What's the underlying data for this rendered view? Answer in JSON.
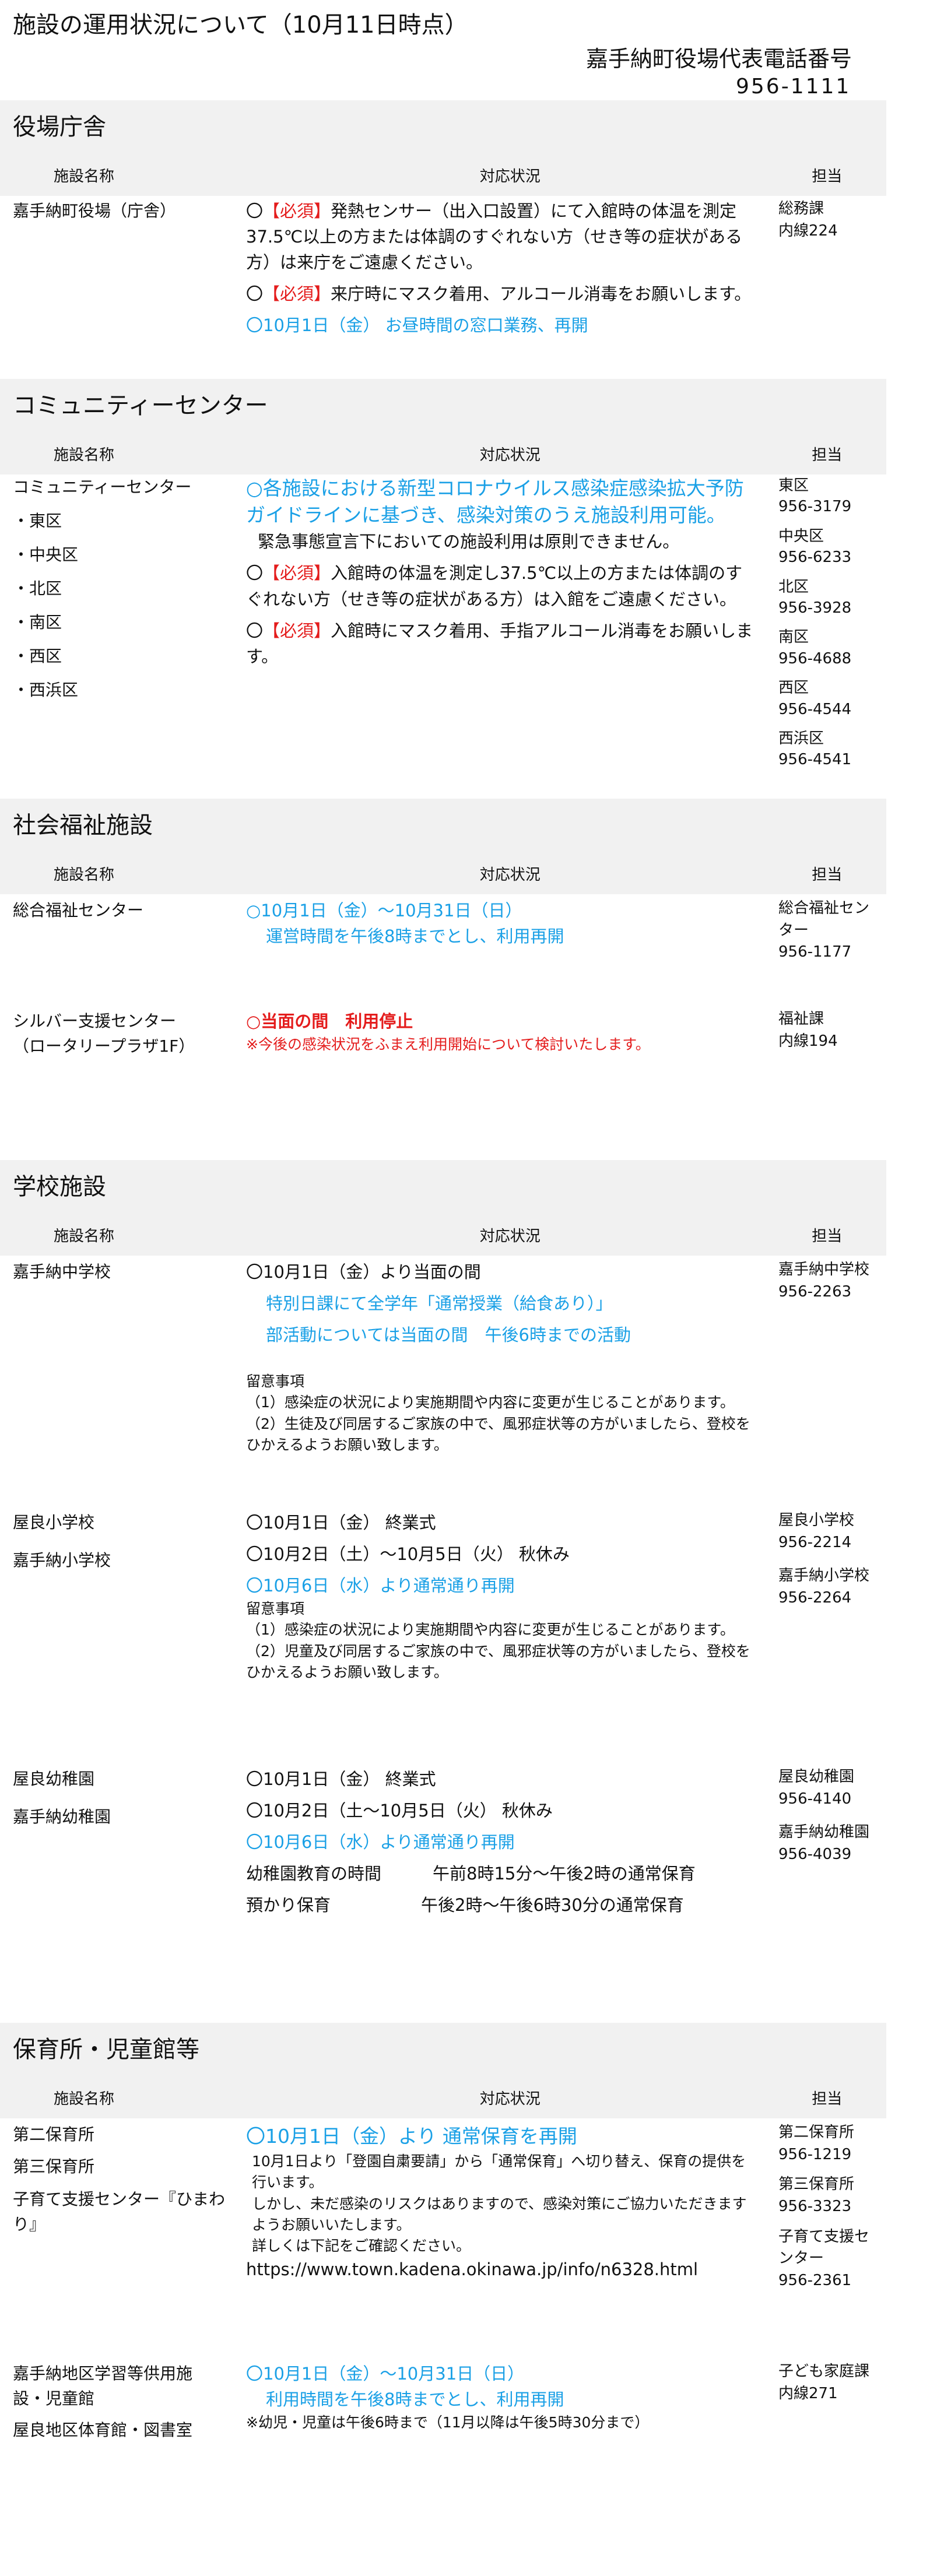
{
  "header": {
    "title": "施設の運用状況について（10月11日時点）",
    "phone_label": "嘉手納町役場代表電話番号",
    "phone_number": "956-1111"
  },
  "columns": {
    "facility": "施設名称",
    "status": "対応状況",
    "contact": "担当"
  },
  "s1": {
    "title": "役場庁舎",
    "facility": "嘉手納町役場（庁舎）",
    "line1_mark": "〇",
    "line1_tag": "【必須】",
    "line1_text": "発熱センサー（出入口設置）にて入館時の体温を測定37.5℃以上の方または体調のすぐれない方（せき等の症状がある方）は来庁をご遠慮ください。",
    "line2_mark": "〇",
    "line2_tag": "【必須】",
    "line2_text": "来庁時にマスク着用、アルコール消毒をお願いします。",
    "line3": "〇10月1日（金） お昼時間の窓口業務、再開",
    "contact_1": "総務課",
    "contact_2": "内線224"
  },
  "s2": {
    "title": "コミュニティーセンター",
    "facilities": [
      "コミュニティーセンター",
      "・東区",
      "・中央区",
      "・北区",
      "・南区",
      "・西区",
      "・西浜区"
    ],
    "line1": "○各施設における新型コロナウイルス感染症感染拡大予防ガイドラインに基づき、感染対策のうえ施設利用可能。",
    "line2": "緊急事態宣言下においての施設利用は原則できません。",
    "line3_mark": "〇",
    "line3_tag": "【必須】",
    "line3_text": "入館時の体温を測定し37.5℃以上の方または体調のすぐれない方（せき等の症状がある方）は入館をご遠慮ください。",
    "line4_mark": "〇",
    "line4_tag": "【必須】",
    "line4_text": "入館時にマスク着用、手指アルコール消毒をお願いします。",
    "contacts": [
      {
        "name": "東区",
        "tel": "956-3179"
      },
      {
        "name": "中央区",
        "tel": "956-6233"
      },
      {
        "name": "北区",
        "tel": "956-3928"
      },
      {
        "name": "南区",
        "tel": "956-4688"
      },
      {
        "name": "西区",
        "tel": "956-4544"
      },
      {
        "name": "西浜区",
        "tel": "956-4541"
      }
    ]
  },
  "s3": {
    "title": "社会福祉施設",
    "row1_facility": "総合福祉センター",
    "row1_line1": "○10月1日（金）～10月31日（日）",
    "row1_line2": "運営時間を午後8時までとし、利用再開",
    "row1_contact_1": "総合福祉センター",
    "row1_contact_2": "956-1177",
    "row2_facility_1": "シルバー支援センター",
    "row2_facility_2": "（ロータリープラザ1F）",
    "row2_line1": "○当面の間　利用停止",
    "row2_line2": "※今後の感染状況をふまえ利用開始について検討いたします。",
    "row2_contact_1": "福祉課",
    "row2_contact_2": "内線194"
  },
  "s4": {
    "title": "学校施設",
    "r1_facility": "嘉手納中学校",
    "r1_line1": "〇10月1日（金）より当面の間",
    "r1_line2": "特別日課にて全学年「通常授業（給食あり）」",
    "r1_line3": "部活動については当面の間　午後6時までの活動",
    "r1_note_head": "留意事項",
    "r1_note_1": "（1）感染症の状況により実施期間や内容に変更が生じることがあります。",
    "r1_note_2": "（2）生徒及び同居するご家族の中で、風邪症状等の方がいましたら、登校をひかえるようお願い致します。",
    "r1_contact_1": "嘉手納中学校",
    "r1_contact_2": "956-2263",
    "r2_facility_1": "屋良小学校",
    "r2_facility_2": "嘉手納小学校",
    "r2_line1": "〇10月1日（金） 終業式",
    "r2_line2": "〇10月2日（土）～10月5日（火） 秋休み",
    "r2_line3": "〇10月6日（水）より通常通り再開",
    "r2_note_head": "留意事項",
    "r2_note_1": "（1）感染症の状況により実施期間や内容に変更が生じることがあります。",
    "r2_note_2": "（2）児童及び同居するご家族の中で、風邪症状等の方がいましたら、登校をひかえるようお願い致します。",
    "r2_contact_1": "屋良小学校",
    "r2_contact_2": "956-2214",
    "r2_contact_3": "嘉手納小学校",
    "r2_contact_4": "956-2264",
    "r3_facility_1": "屋良幼稚園",
    "r3_facility_2": "嘉手納幼稚園",
    "r3_line1": "〇10月1日（金） 終業式",
    "r3_line2": "〇10月2日（土～10月5日（火） 秋休み",
    "r3_line3": "〇10月6日（水）より通常通り再開",
    "r3_line4_label": "幼稚園教育の時間",
    "r3_line4_value": "午前8時15分～午後2時の通常保育",
    "r3_line5_label": "預かり保育",
    "r3_line5_value": "午後2時～午後6時30分の通常保育",
    "r3_contact_1": "屋良幼稚園",
    "r3_contact_2": "956-4140",
    "r3_contact_3": "嘉手納幼稚園",
    "r3_contact_4": "956-4039"
  },
  "s5": {
    "title": "保育所・児童館等",
    "r1_facility_1": "第二保育所",
    "r1_facility_2": "第三保育所",
    "r1_facility_3": "子育て支援センター『ひまわり』",
    "r1_line1": "〇10月1日（金）より 通常保育を再開",
    "r1_line2": "10月1日より「登園自粛要請」から「通常保育」へ切り替え、保育の提供を行います。",
    "r1_line3": "しかし、未だ感染のリスクはありますので、感染対策にご協力いただきますようお願いいたします。",
    "r1_line4": "詳しくは下記をご確認ください。",
    "r1_url": "https://www.town.kadena.okinawa.jp/info/n6328.html",
    "r1_contact_1": "第二保育所",
    "r1_contact_2": "956-1219",
    "r1_contact_3": "第三保育所",
    "r1_contact_4": "956-3323",
    "r1_contact_5": "子育て支援センター",
    "r1_contact_6": "956-2361",
    "r2_facility_1": "嘉手納地区学習等供用施設・児童館",
    "r2_facility_2": "屋良地区体育館・図書室",
    "r2_line1": "〇10月1日（金）～10月31日（日）",
    "r2_line2": "利用時間を午後8時までとし、利用再開",
    "r2_line3": "※幼児・児童は午後6時まで（11月以降は午後5時30分まで）",
    "r2_contact_1": "子ども家庭課",
    "r2_contact_2": "内線271"
  }
}
